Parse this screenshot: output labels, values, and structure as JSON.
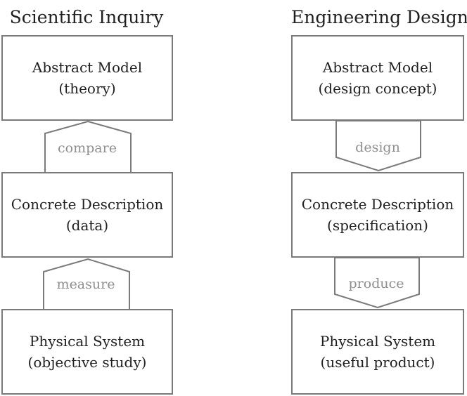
{
  "scientific": {
    "title": "Scientific Inquiry",
    "boxes": [
      {
        "line1": "Abstract Model",
        "line2": "(theory)"
      },
      {
        "line1": "Concrete Description",
        "line2": "(data)"
      },
      {
        "line1": "Physical System",
        "line2": "(objective study)"
      }
    ],
    "arrows": [
      "compare",
      "measure"
    ]
  },
  "engineering": {
    "title": "Engineering Design",
    "boxes": [
      {
        "line1": "Abstract Model",
        "line2": "(design concept)"
      },
      {
        "line1": "Concrete Description",
        "line2": "(specification)"
      },
      {
        "line1": "Physical System",
        "line2": "(useful product)"
      }
    ],
    "arrows": [
      "design",
      "produce"
    ]
  },
  "colors": {
    "border": "#7a7a7a",
    "text": "#1f1f1f",
    "arrow_label": "#8f8f8f"
  }
}
